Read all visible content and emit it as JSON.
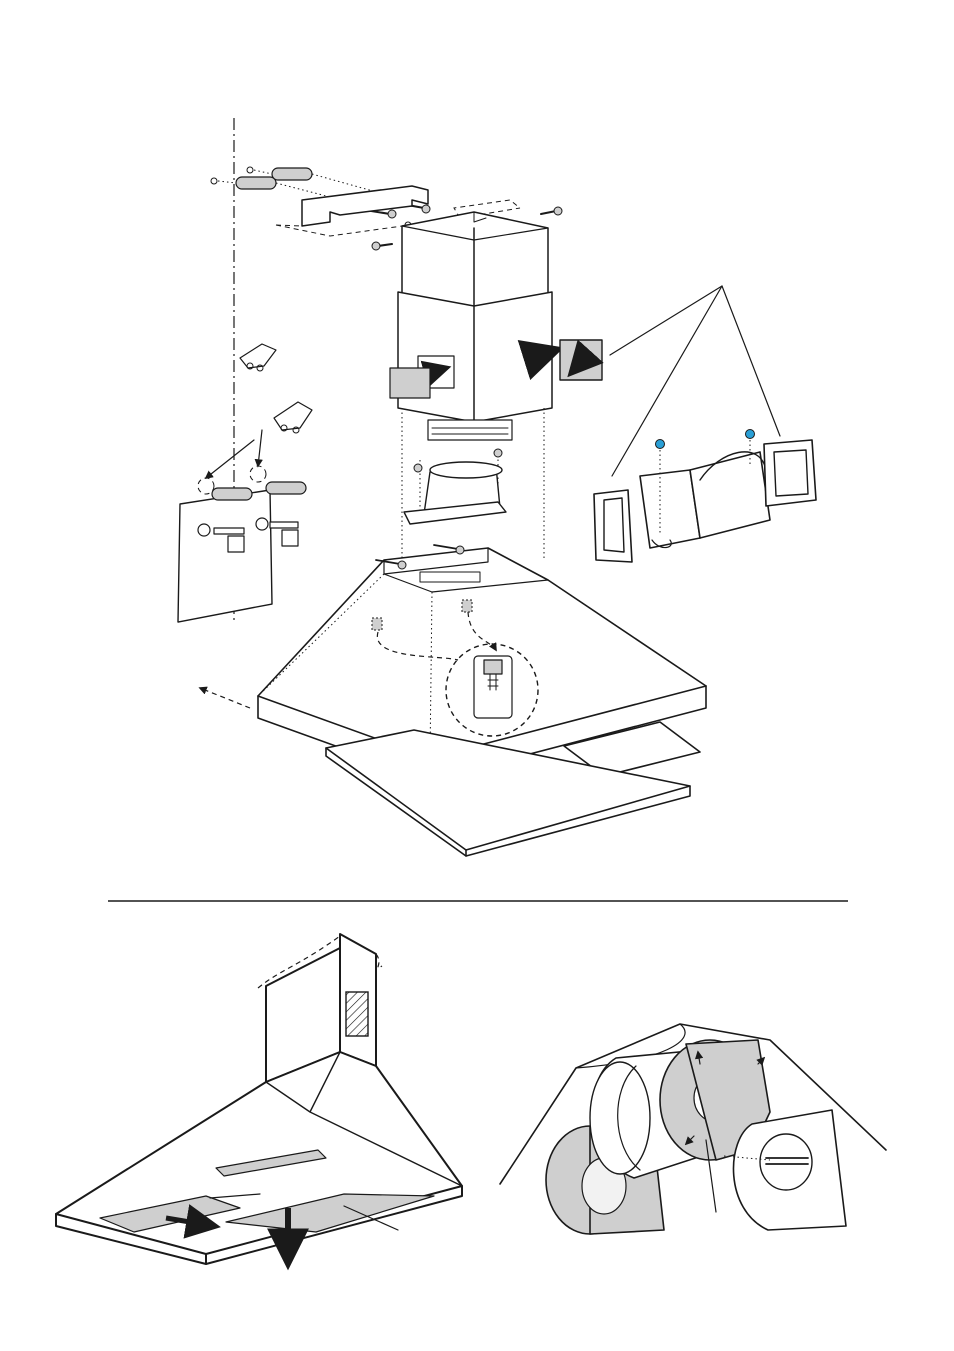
{
  "figure": {
    "parts": [
      "wall-line",
      "wall-plugs",
      "upper-bracket",
      "chimney-upper",
      "chimney-lower",
      "side-grille",
      "deflector-adapter",
      "hood-body",
      "bracket-detail",
      "grease-filters",
      "filter-panel",
      "wall-template",
      "recirculation-kit",
      "separator-line",
      "hood-installed",
      "carbon-filter-motor"
    ]
  },
  "colors": {
    "ink": "#1a1a1a",
    "gray": "#cfcfcf",
    "dark_gray": "#9a9a9a",
    "screw_blue": "#2a9fd6",
    "white": "#ffffff"
  }
}
